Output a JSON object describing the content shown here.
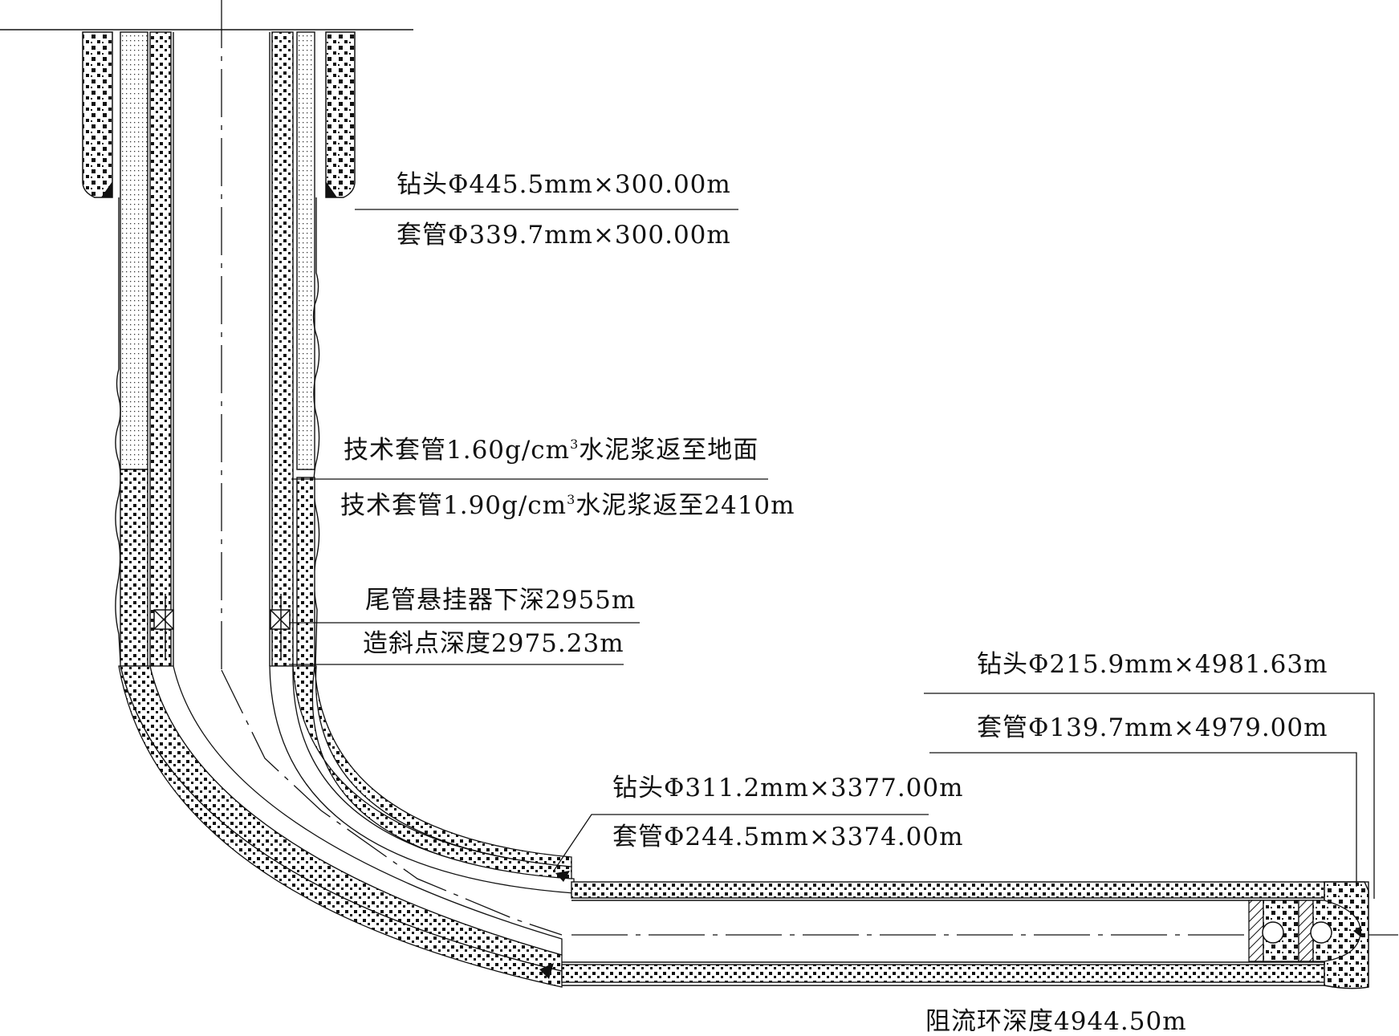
{
  "labels": {
    "surface_bit": "钻头Φ445.5mm×300.00m",
    "surface_casing": "套管Φ339.7mm×300.00m",
    "cement_low": {
      "pre": "技术套管1.60g/cm",
      "sup": "3",
      "post": "水泥浆返至地面"
    },
    "cement_high": {
      "pre": "技术套管1.90g/cm",
      "sup": "3",
      "post": "水泥浆返至2410m"
    },
    "liner_hanger": "尾管悬挂器下深2955m",
    "kickoff_point": "造斜点深度2975.23m",
    "intermediate_bit": "钻头Φ311.2mm×3377.00m",
    "intermediate_casing": "套管Φ244.5mm×3374.00m",
    "production_bit": "钻头Φ215.9mm×4981.63m",
    "production_casing": "套管Φ139.7mm×4979.00m",
    "float_collar": "阻流环深度4944.50m"
  },
  "colors": {
    "line": "#111111",
    "cement_dot": "#111111",
    "background": "#ffffff"
  },
  "symbols": {
    "diameter": "Φ",
    "times": "×",
    "liner_hanger_mark": "boxed-x"
  }
}
